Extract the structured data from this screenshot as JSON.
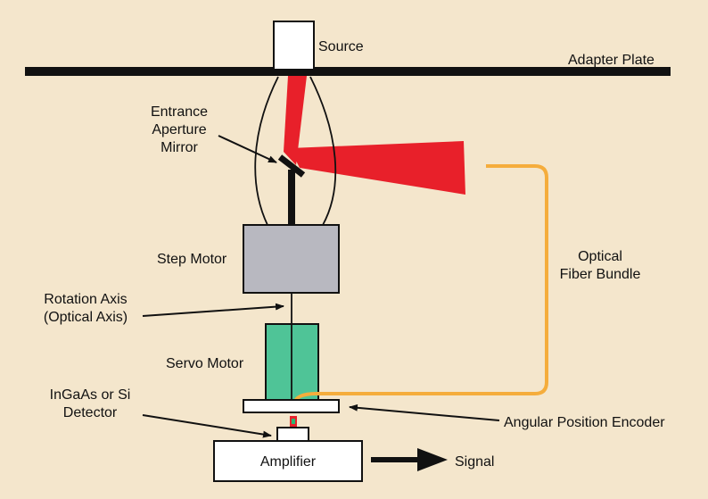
{
  "labels": {
    "source": "Source",
    "adapter_plate": "Adapter Plate",
    "mirror_line1": "Entrance",
    "mirror_line2": "Aperture",
    "mirror_line3": "Mirror",
    "step_motor": "Step Motor",
    "fiber_line1": "Optical",
    "fiber_line2": "Fiber Bundle",
    "rotation_line1": "Rotation Axis",
    "rotation_line2": "(Optical Axis)",
    "servo_motor": "Servo Motor",
    "detector_line1": "InGaAs or Si",
    "detector_line2": "Detector",
    "encoder": "Angular Position Encoder",
    "amplifier": "Amplifier",
    "signal": "Signal"
  },
  "colors": {
    "background": "#f4e6cc",
    "beam": "#e8202a",
    "fiber": "#f5ad3c",
    "step_motor": "#b8b8c0",
    "servo_motor": "#4fc497",
    "detector_dot": "#e8202a",
    "line": "#111111"
  }
}
